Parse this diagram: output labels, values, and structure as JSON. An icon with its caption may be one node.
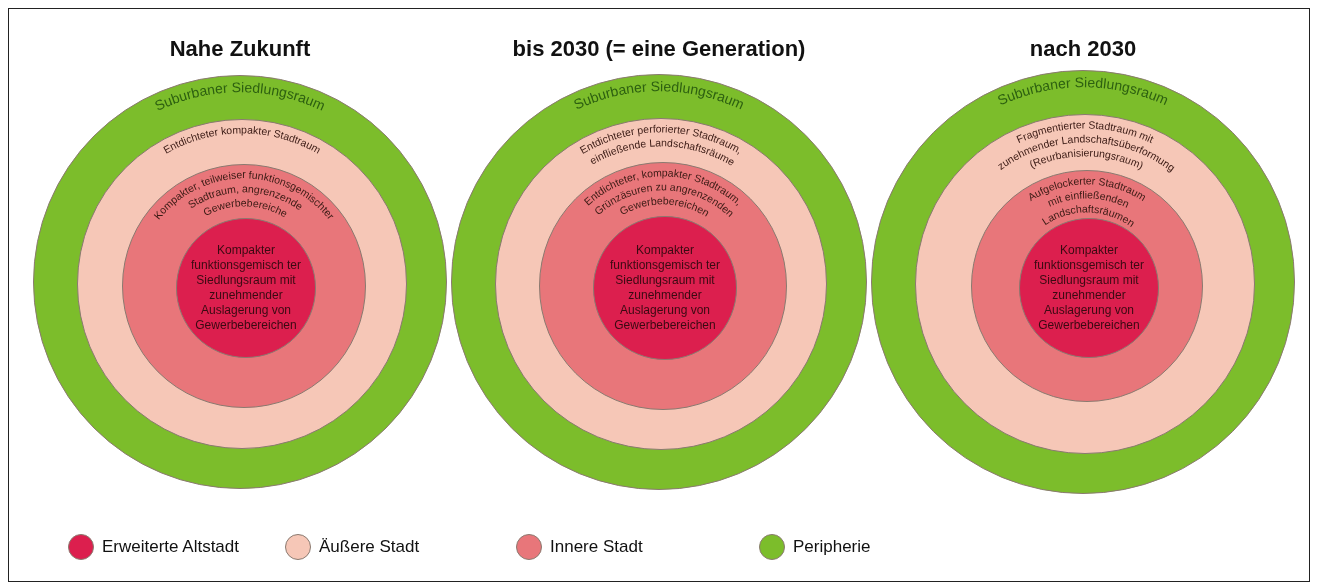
{
  "diagram": {
    "nodes": [
      {
        "text": [
          "Suburbaner Siedlungsraum"
        ]
      },
      {
        "text": [
          "Entdichteter kompakter Stadtraum"
        ],
        "in": 0
      },
      {
        "text": [
          "Kompakter, teilweiser funktionsgemischter Stadtraum, angrenzende Gewerbebereiche"
        ],
        "in": 1
      },
      {
        "text": [
          "Kompakter funktionsgemisch ter Siedlungsraum mit zunehmender Auslagerung von Gewerbebereichen"
        ],
        "in": 2
      },
      {
        "text": [
          "Suburbaner Siedlungsraum"
        ]
      },
      {
        "text": [
          "Entdichteter perforierter Stadtraum, einfließende Landschaftsräume"
        ],
        "in": 4
      },
      {
        "text": [
          "Entdichteter, kompakter Stadtraum, Grünzäsuren zu angrenzenden Gewerbebereichen"
        ],
        "in": 5
      },
      {
        "text": [
          "Kompakter funktionsgemisch ter Siedlungsraum mit zunehmender Auslagerung von Gewerbebereichen"
        ],
        "in": 6
      },
      {
        "text": [
          "Suburbaner Siedlungsraum"
        ]
      },
      {
        "text": [
          "Fragmentierter Stadtraum mit zunehmender Landschaftsüberformung (Reurbanisierungsraum)"
        ],
        "in": 8
      },
      {
        "text": [
          "Aufgelockerter Stadtraum mit einfließenden Landschaftsräumen"
        ],
        "in": 9
      },
      {
        "text": [
          "Kompakter funktionsgemisch ter Siedlungsraum mit zunehmender Auslagerung von Gewerbebereichen"
        ],
        "in": 10
      }
    ],
    "edges": [],
    "labels": [
      "Nahe Zukunft",
      "bis 2030 (= eine Generation)",
      "nach 2030"
    ],
    "legend": [
      {
        "text": "Erweiterte Altstadt",
        "color": "#dc1f4e"
      },
      {
        "text": "Äußere Stadt",
        "color": "#f6c7b7"
      },
      {
        "text": "Innere Stadt",
        "color": "#e8767a"
      },
      {
        "text": "Peripherie",
        "color": "#7cbd2b"
      }
    ]
  }
}
